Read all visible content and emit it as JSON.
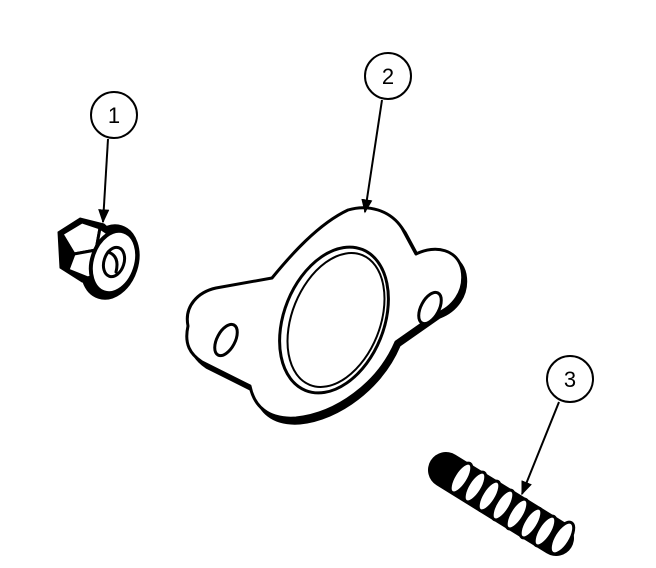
{
  "diagram": {
    "callouts": [
      {
        "label": "1",
        "part": "flange-nut"
      },
      {
        "label": "2",
        "part": "exhaust-gasket"
      },
      {
        "label": "3",
        "part": "threaded-stud"
      }
    ],
    "colors": {
      "ink": "#000000",
      "background": "#ffffff"
    }
  }
}
